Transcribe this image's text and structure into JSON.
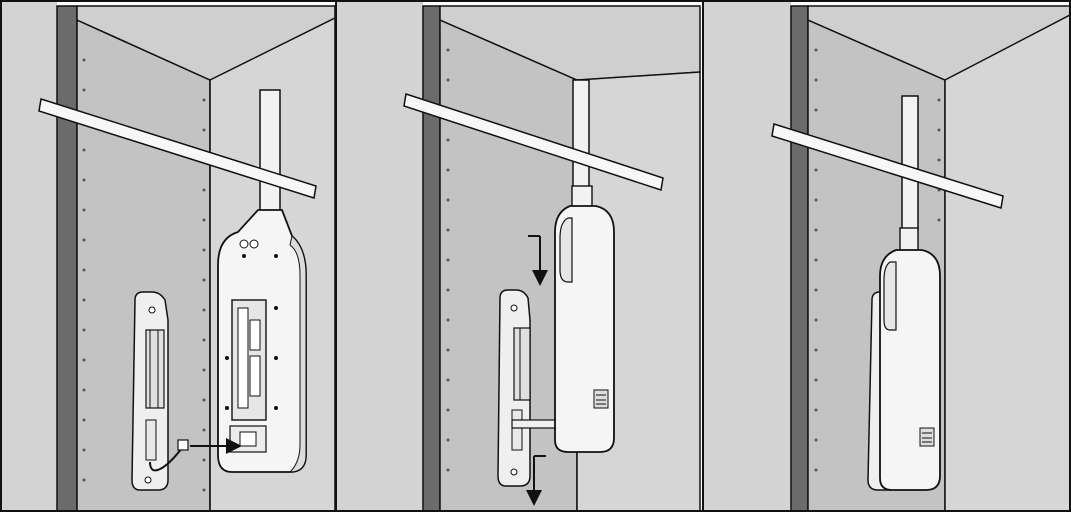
{
  "figure": {
    "panels": [
      {
        "id": "step-1",
        "action": "connect-cable"
      },
      {
        "id": "step-2",
        "action": "slide-down"
      },
      {
        "id": "step-3",
        "action": "installed"
      }
    ],
    "colors": {
      "wall_dark": "#6e6e6e",
      "wall_mid": "#c4c4c4",
      "wall_light": "#d2d2d2",
      "outline": "#111111",
      "device_fill": "#f4f4f4",
      "background": "#ffffff"
    },
    "icons": [
      "arrow-right-icon",
      "arrow-down-icon"
    ]
  }
}
